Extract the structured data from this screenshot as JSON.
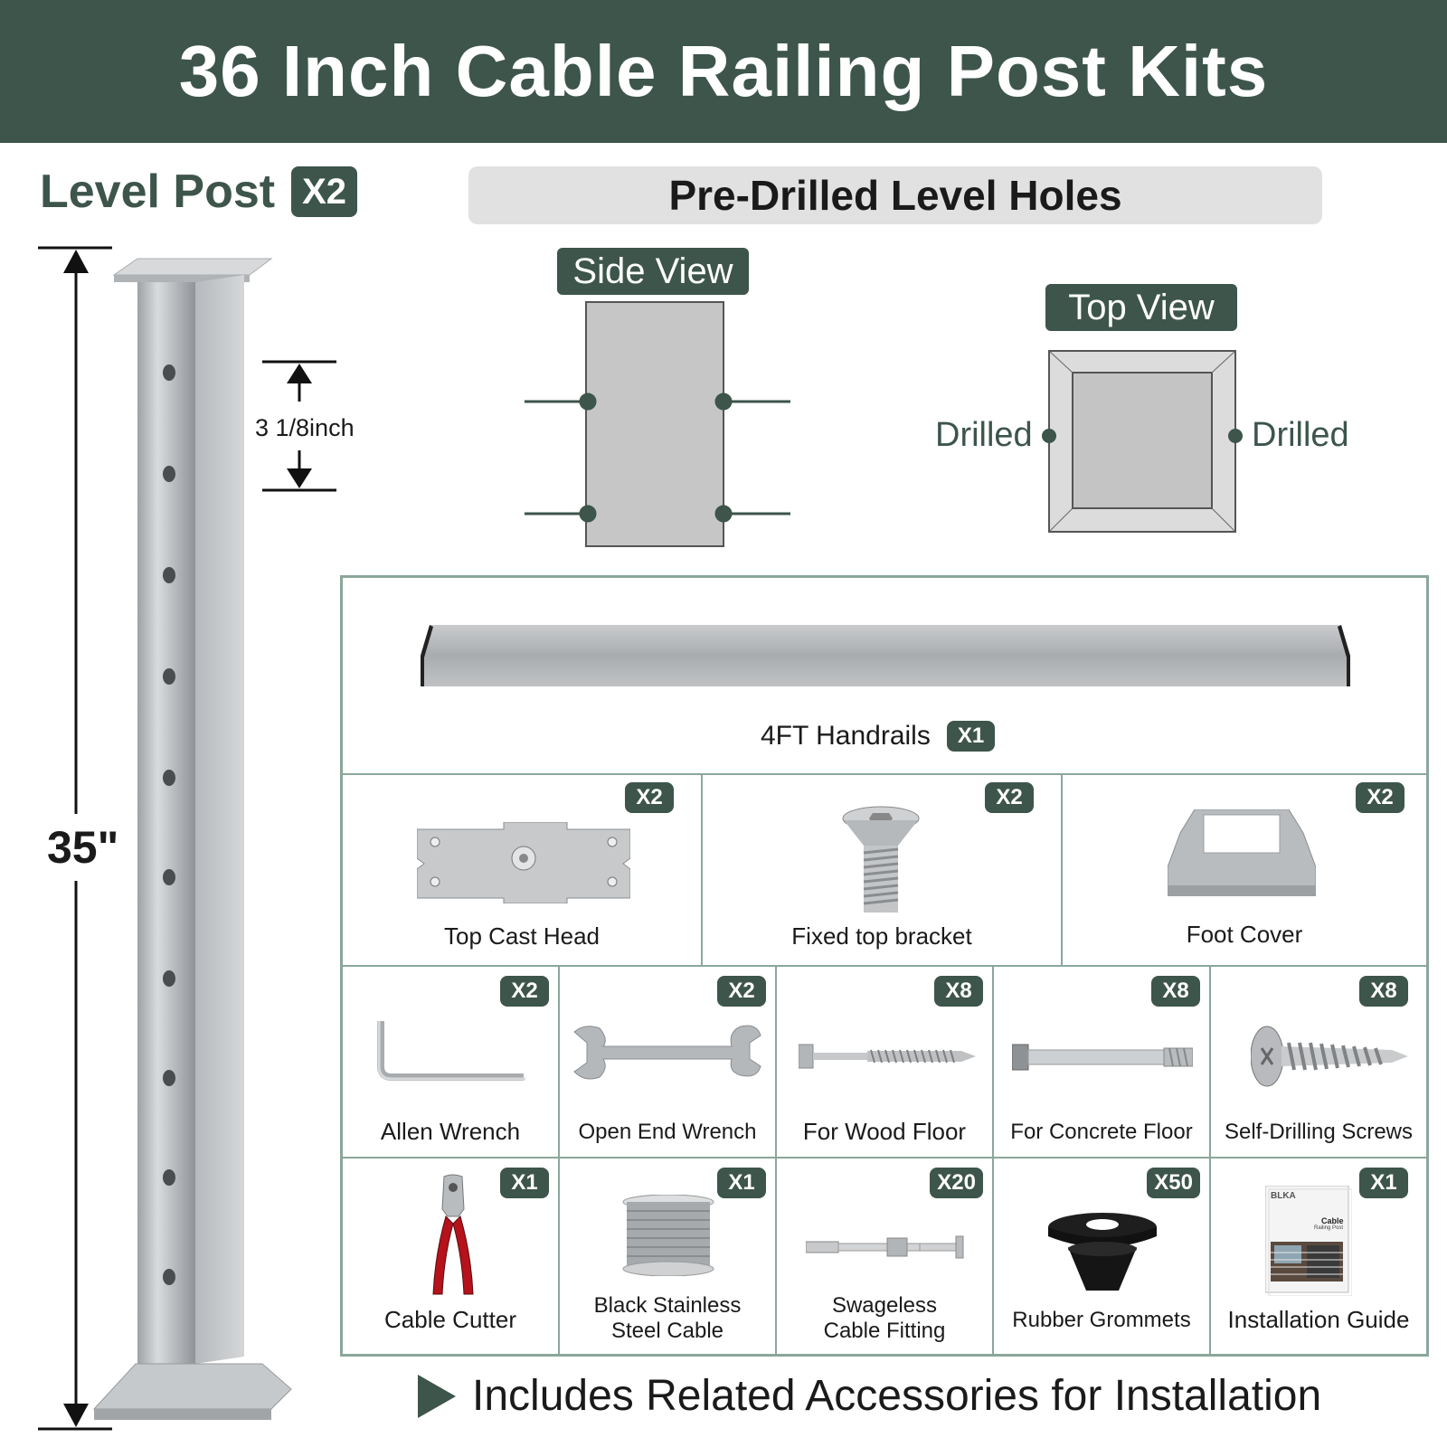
{
  "title": "36 Inch Cable Railing Post Kits",
  "level_post": {
    "label": "Level Post",
    "qty": "X2"
  },
  "dimensions": {
    "height": "35\"",
    "spacing": "3 1/8inch"
  },
  "predrilled": {
    "heading": "Pre-Drilled Level Holes",
    "side_view": "Side View",
    "top_view": "Top View",
    "drilled": "Drilled"
  },
  "colors": {
    "brand": "#3d554b",
    "border": "#8aa79a",
    "steel": "#b8bbbe"
  },
  "handrail": {
    "label": "4FT Handrails",
    "qty": "X1"
  },
  "row1": [
    {
      "label": "Top Cast Head",
      "qty": "X2",
      "icon": "top-cast-head"
    },
    {
      "label": "Fixed top bracket",
      "qty": "X2",
      "icon": "flat-head-screw"
    },
    {
      "label": "Foot Cover",
      "qty": "X2",
      "icon": "foot-cover"
    }
  ],
  "row2": [
    {
      "label": "Allen Wrench",
      "qty": "X2",
      "icon": "allen-wrench"
    },
    {
      "label": "Open End Wrench",
      "qty": "X2",
      "icon": "open-end-wrench"
    },
    {
      "label": "For Wood Floor",
      "qty": "X8",
      "icon": "lag-screw"
    },
    {
      "label": "For Concrete Floor",
      "qty": "X8",
      "icon": "anchor-bolt"
    },
    {
      "label": "Self-Drilling Screws",
      "qty": "X8",
      "icon": "self-drilling-screw"
    }
  ],
  "row3": [
    {
      "label": "Cable Cutter",
      "qty": "X1",
      "icon": "cable-cutter"
    },
    {
      "label1": "Black Stainless",
      "label2": "Steel Cable",
      "qty": "X1",
      "icon": "cable-spool"
    },
    {
      "label1": "Swageless",
      "label2": "Cable Fitting",
      "qty": "X20",
      "icon": "cable-fitting"
    },
    {
      "label": "Rubber Grommets",
      "qty": "X50",
      "icon": "rubber-grommet"
    },
    {
      "label": "Installation Guide",
      "qty": "X1",
      "icon": "installation-guide"
    }
  ],
  "guide_cover": {
    "brand": "BLKA",
    "title1": "Cable",
    "title2": "Railing Post"
  },
  "footer": "Includes Related Accessories for Installation"
}
